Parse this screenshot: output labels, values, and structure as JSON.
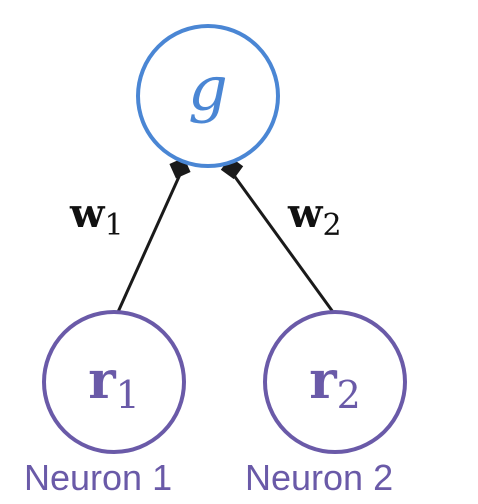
{
  "colors": {
    "output_node": "#4a86d4",
    "input_node": "#6a5aa8",
    "edge": "#1a1a1a",
    "label": "#111111"
  },
  "nodes": {
    "output": {
      "label": "g"
    },
    "input_1": {
      "symbol": "r",
      "subscript": "1",
      "caption": "Neuron 1"
    },
    "input_2": {
      "symbol": "r",
      "subscript": "2",
      "caption": "Neuron 2"
    }
  },
  "edges": {
    "w1": {
      "symbol": "w",
      "subscript": "1"
    },
    "w2": {
      "symbol": "w",
      "subscript": "2"
    }
  }
}
